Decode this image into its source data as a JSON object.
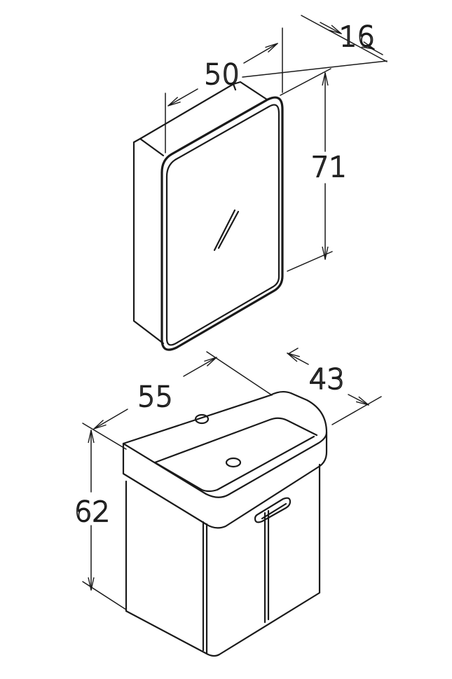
{
  "dimensions": {
    "mirror_width": "50",
    "mirror_depth": "16",
    "mirror_height": "71",
    "vanity_width": "55",
    "vanity_depth": "43",
    "vanity_height": "62"
  }
}
